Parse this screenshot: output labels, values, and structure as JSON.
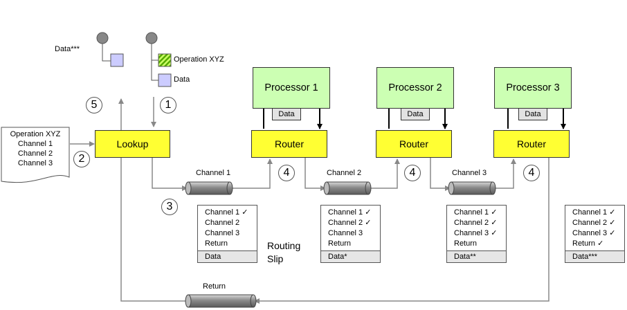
{
  "tree_left": {
    "label": "Data***"
  },
  "tree_right": {
    "op_label": "Operation XYZ",
    "data_label": "Data"
  },
  "message": {
    "lines": [
      "Operation XYZ",
      "Channel 1",
      "Channel 2",
      "Channel 3"
    ]
  },
  "lookup": {
    "label": "Lookup"
  },
  "steps": [
    "1",
    "2",
    "3",
    "4",
    "5"
  ],
  "processors": [
    {
      "label": "Processor 1",
      "chip": "Data",
      "router": "Router",
      "channel": "Channel 1"
    },
    {
      "label": "Processor 2",
      "chip": "Data",
      "router": "Router",
      "channel": "Channel 2"
    },
    {
      "label": "Processor 3",
      "chip": "Data",
      "router": "Router",
      "channel": "Channel 3"
    }
  ],
  "return_channel": {
    "label": "Return"
  },
  "routing_slip_label": [
    "Routing",
    "Slip"
  ],
  "checkmark": "✓",
  "slips": [
    {
      "rows": [
        {
          "text": "Channel 1",
          "checked": true
        },
        {
          "text": "Channel 2",
          "checked": false
        },
        {
          "text": "Channel 3",
          "checked": false
        },
        {
          "text": "Return",
          "checked": false
        }
      ],
      "footer": "Data"
    },
    {
      "rows": [
        {
          "text": "Channel 1",
          "checked": true
        },
        {
          "text": "Channel 2",
          "checked": true
        },
        {
          "text": "Channel 3",
          "checked": false
        },
        {
          "text": "Return",
          "checked": false
        }
      ],
      "footer": "Data*"
    },
    {
      "rows": [
        {
          "text": "Channel 1",
          "checked": true
        },
        {
          "text": "Channel 2",
          "checked": true
        },
        {
          "text": "Channel 3",
          "checked": true
        },
        {
          "text": "Return",
          "checked": false
        }
      ],
      "footer": "Data**"
    },
    {
      "rows": [
        {
          "text": "Channel 1",
          "checked": true
        },
        {
          "text": "Channel 2",
          "checked": true
        },
        {
          "text": "Channel 3",
          "checked": true
        },
        {
          "text": "Return",
          "checked": true
        }
      ],
      "footer": "Data***"
    }
  ],
  "colors": {
    "processor": "#ccffb3",
    "router": "#ffff33",
    "lookup": "#ffff33",
    "connector": "#7f7f7f",
    "element": "#ccccff"
  }
}
